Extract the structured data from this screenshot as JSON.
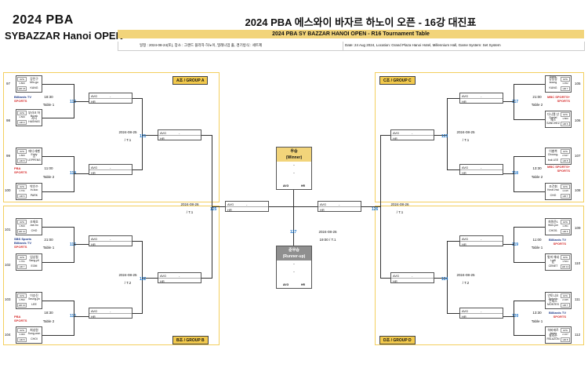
{
  "header": {
    "logo_main": "2024 PBA",
    "logo_sub": "SYBAZZAR Hanoi OPEN",
    "title": "2024 PBA 에스와이 바자르 하노이 오픈 - 16강 대진표",
    "subtitle": "2024 PBA SY BAZZAR HANOI OPEN - R16 Tournament Table",
    "info_ko": "일정 : 2024-08-24(토), 장소 : 그랜드 플라자 하노이, 밀레니엄 홀, 경기방식 : 세트제",
    "info_en": "Date: 24 Aug 2024, Location: Grand Plaza Hanoi Hotel, Millennium Hall, Game System: Set System"
  },
  "groups": {
    "a": "A조 / GROUP A",
    "b": "B조 / GROUP B",
    "c": "C조 / GROUP C",
    "d": "D조 / GROUP D"
  },
  "labels": {
    "avg": "AVG",
    "hr": "HR",
    "dash": "-"
  },
  "players": {
    "p97": {
      "seed": "97",
      "avg": "AVG 1.800",
      "name": "강민구",
      "hr": "HR 15",
      "eng": "Min-gu KANG"
    },
    "p98": {
      "seed": "98",
      "avg": "AVG 1.500",
      "name": "부라크 하샤시",
      "hr": "HR 9",
      "eng": "Burak HASHAS"
    },
    "p99": {
      "seed": "99",
      "avg": "AVG 1.800",
      "name": "에디 레펜스",
      "hr": "HR 8",
      "eng": "Eddy LEPPENS"
    },
    "p100": {
      "seed": "100",
      "avg": "AVG 1.731",
      "name": "박인수",
      "hr": "HR 6",
      "eng": "In-soo PARK"
    },
    "p101": {
      "seed": "101",
      "avg": "AVG 1.833",
      "name": "조재호",
      "hr": "HR 10",
      "eng": "Jae-ho CHO"
    },
    "p102": {
      "seed": "102",
      "avg": "AVG 1.761",
      "name": "엄상필",
      "hr": "HR 7",
      "eng": "Sang-pil EOM"
    },
    "p103": {
      "seed": "103",
      "avg": "AVG 1.552",
      "name": "이승진",
      "hr": "HR 10",
      "eng": "Seung-jin LEE"
    },
    "p104": {
      "seed": "104",
      "avg": "AVG 1.000",
      "name": "최성원",
      "hr": "HR 8",
      "eng": "Sung-won CHOI"
    },
    "p105": {
      "seed": "105",
      "avg": "AVG 1.452",
      "name": "강동궁",
      "hr": "HR 7",
      "eng": "Dong-koong KANG"
    },
    "p106": {
      "seed": "106",
      "avg": "AVG 1.800",
      "name": "다니엘 산체스",
      "hr": "HR 6",
      "eng": "Daniel SANCHEZ"
    },
    "p107": {
      "seed": "107",
      "avg": "AVG 2.647",
      "name": "이충복",
      "hr": "HR 8",
      "eng": "Choong-bok LEE"
    },
    "p108": {
      "seed": "108",
      "avg": "AVG 1.415",
      "name": "조건휘",
      "hr": "HR 7",
      "eng": "Keon-hwi CHO"
    },
    "p109": {
      "seed": "109",
      "avg": "AVG 1.351",
      "name": "최원준1",
      "hr": "HR 6",
      "eng": "Won-jun CHOI1"
    },
    "p110": {
      "seed": "110",
      "avg": "AVG 1.524",
      "name": "륏피 체네트",
      "hr": "HR 13",
      "eng": "Lutfi CENET"
    },
    "p111": {
      "seed": "111",
      "avg": "AVG 2.045",
      "name": "안토니오 몬테스",
      "hr": "HR 7",
      "eng": "Antonio MONTES"
    },
    "p112": {
      "seed": "112",
      "avg": "AVG 2.167",
      "name": "하비에르 팔라존",
      "hr": "HR 8",
      "eng": "Javier PALAZON"
    }
  },
  "matches": {
    "m113": {
      "no": "113",
      "time": "18:30",
      "table": "Table 1"
    },
    "m114": {
      "no": "114",
      "time": "11:00",
      "table": "Table 2"
    },
    "m115": {
      "no": "115",
      "time": "21:00",
      "table": "Table 1"
    },
    "m116": {
      "no": "116",
      "time": "18:30",
      "table": "Table 2"
    },
    "m117": {
      "no": "117",
      "time": "21:00",
      "table": "Table 2"
    },
    "m118": {
      "no": "118",
      "time": "13:30",
      "table": "Table 2"
    },
    "m119": {
      "no": "119",
      "time": "11:00",
      "table": "Table 1"
    },
    "m120": {
      "no": "120",
      "time": "13:30",
      "table": "Table 1"
    },
    "m121": {
      "no": "121",
      "date": "2024-08-25",
      "table": "/ T.1"
    },
    "m122": {
      "no": "122",
      "date": "2024-08-25",
      "table": "/ T.2"
    },
    "m123": {
      "no": "123",
      "date": "2024-08-25",
      "table": "/ T.1"
    },
    "m124": {
      "no": "124",
      "date": "2024-08-25",
      "table": "/ T.2"
    },
    "m125": {
      "no": "125",
      "date": "2024-08-26",
      "table": "/ T.1"
    },
    "m126": {
      "no": "126",
      "date": "2024-08-26",
      "table": "/ T.1"
    },
    "m127": {
      "no": "127",
      "date": "2024-08-26",
      "table": "19:00 / T.1"
    }
  },
  "final": {
    "winner_ko": "우승",
    "winner_en": "(Winner)",
    "runner_ko": "준우승",
    "runner_en": "(Runner-up)"
  },
  "broadcast": {
    "billiards": "Billiards TV",
    "sports": "SPORTS",
    "pba": "PBA",
    "mbc": "MBC SPORTS+",
    "sbs": "SBS Sports"
  }
}
